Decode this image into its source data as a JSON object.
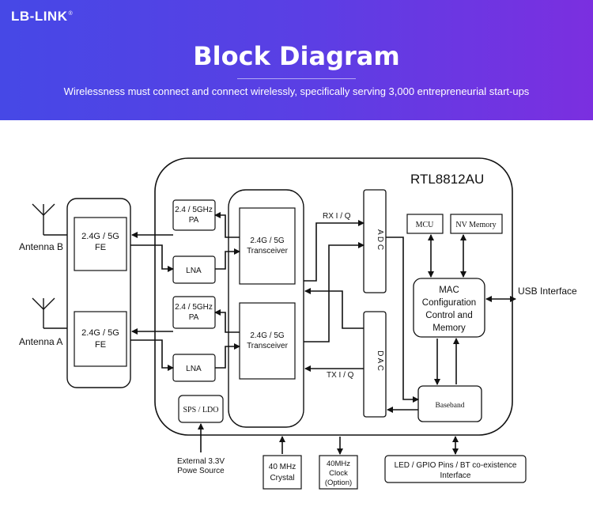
{
  "brand": {
    "logo_text": "LB-LINK",
    "logo_mark": "®"
  },
  "header": {
    "title": "Block Diagram",
    "subtitle": "Wirelessness must connect and connect wirelessly, specifically serving 3,000 entrepreneurial start-ups"
  },
  "colors": {
    "banner_start": "#4648e6",
    "banner_end": "#7b2fe0"
  },
  "diagram": {
    "chip": "RTL8812AU",
    "antenna_b": "Antenna B",
    "antenna_a": "Antenna A",
    "fe_top": [
      "2.4G / 5G",
      "FE"
    ],
    "fe_bottom": [
      "2.4G / 5G",
      "FE"
    ],
    "pa_top": [
      "2.4 / 5GHz",
      "PA"
    ],
    "pa_bottom": [
      "2.4 / 5GHz",
      "PA"
    ],
    "lna": "LNA",
    "transceiver_top": [
      "2.4G / 5G",
      "Transceiver"
    ],
    "transceiver_bottom": [
      "2.4G / 5G",
      "Transceiver"
    ],
    "rx": "RX I / Q",
    "tx": "TX I / Q",
    "adc": "A D C",
    "dac": "D A C",
    "mcu": "MCU",
    "nv_memory": "NV Memory",
    "mac": [
      "MAC",
      "Configuration",
      "Control and",
      "Memory"
    ],
    "usb": "USB Interface",
    "baseband": "Baseband",
    "sps": "SPS / LDO",
    "external": [
      "External 3.3V",
      "Powe Source"
    ],
    "crystal": [
      "40  MHz",
      "Crystal"
    ],
    "clock": [
      "40MHz",
      "Clock",
      "(Option)"
    ],
    "led": [
      "LED / GPIO Pins / BT co-existence",
      "Interface"
    ]
  }
}
